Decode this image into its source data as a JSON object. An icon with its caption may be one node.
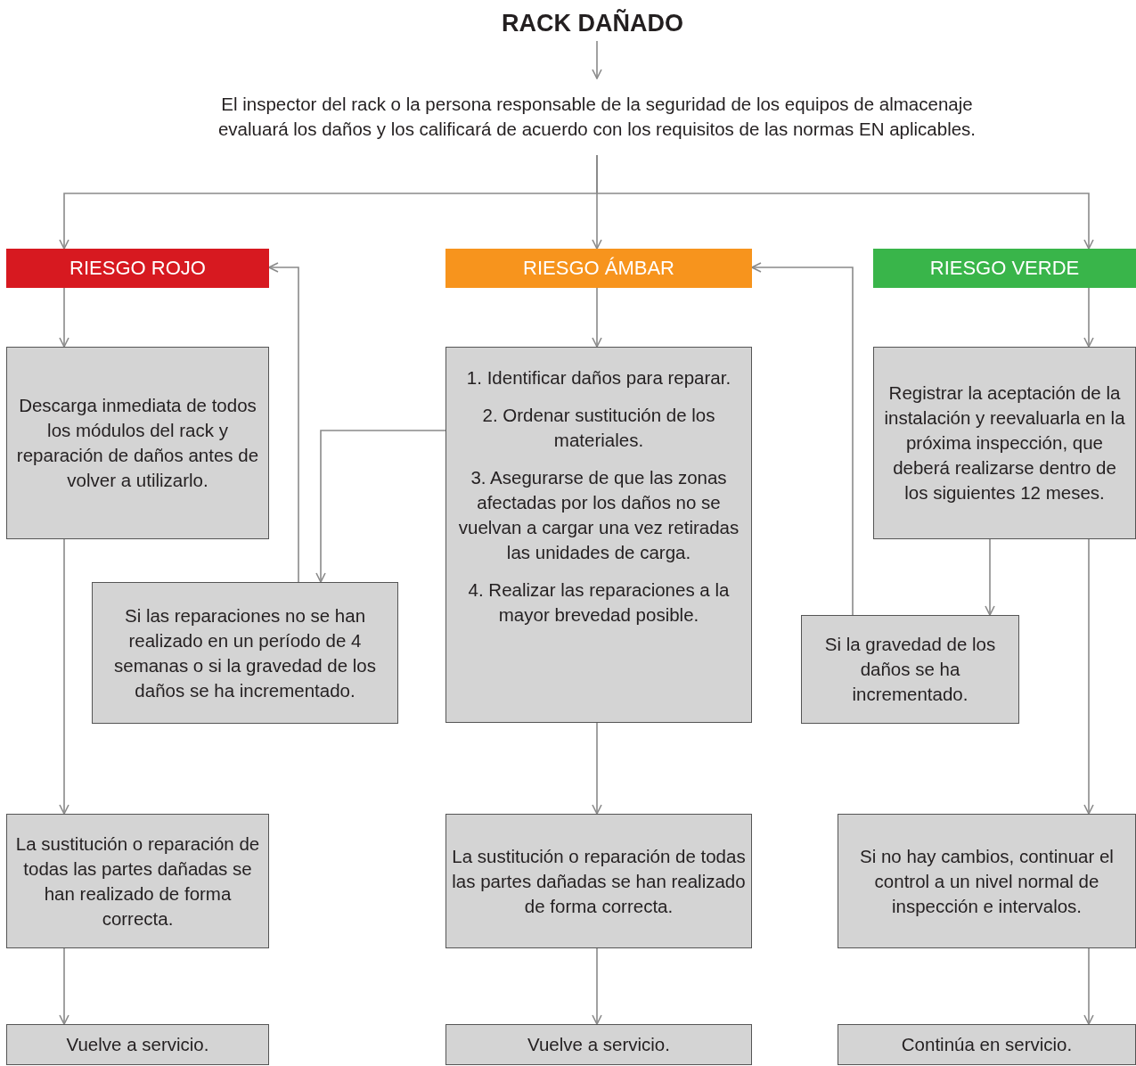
{
  "diagram": {
    "nodes": [
      {
        "text": [
          "RACK DAÑADO"
        ]
      },
      {
        "text": [
          "El inspector del rack o la persona responsable de la seguridad de los equipos de almacenaje evaluará los daños y los calificará de acuerdo con los requisitos de las normas EN aplicables."
        ]
      },
      {
        "text": [
          "RIESGO ROJO"
        ]
      },
      {
        "text": [
          "RIESGO ÁMBAR"
        ]
      },
      {
        "text": [
          "RIESGO VERDE"
        ]
      },
      {
        "text": [
          "Descarga inmediata de todos los módulos del rack y reparación de daños antes de volver a utilizarlo."
        ]
      },
      {
        "text": [
          "1. Identificar daños para reparar.",
          "2. Ordenar sustitución de los materiales.",
          "3. Asegurarse de que las zonas afectadas por los daños no se vuelvan a cargar una vez retiradas las unidades de carga.",
          "4. Realizar las reparaciones a la mayor brevedad posible."
        ]
      },
      {
        "text": [
          "Registrar la aceptación de la instalación y reevaluarla en la próxima inspección, que deberá realizarse dentro de los siguientes 12 meses."
        ]
      },
      {
        "text": [
          "Si las reparaciones no se han realizado en un período de 4 semanas o si la gravedad de los daños se ha incrementado."
        ]
      },
      {
        "text": [
          "Si la gravedad de los daños se ha incrementado."
        ]
      },
      {
        "text": [
          "La sustitución o reparación de todas las partes dañadas se han realizado de forma correcta."
        ]
      },
      {
        "text": [
          "La sustitución o reparación de todas las partes dañadas se han realizado de forma correcta."
        ]
      },
      {
        "text": [
          "Si no hay cambios, continuar el control a un nivel normal de inspección e intervalos."
        ]
      },
      {
        "text": [
          "Vuelve a servicio."
        ]
      },
      {
        "text": [
          "Vuelve a servicio."
        ]
      },
      {
        "text": [
          "Continúa en servicio."
        ]
      }
    ],
    "edges": [
      {
        "from": 0,
        "to": 1,
        "arrow": "to"
      },
      {
        "from": 1,
        "to": 2,
        "arrow": "to"
      },
      {
        "from": 1,
        "to": 3,
        "arrow": "to"
      },
      {
        "from": 1,
        "to": 4,
        "arrow": "to"
      },
      {
        "from": 2,
        "to": 5,
        "arrow": "to"
      },
      {
        "from": 3,
        "to": 6,
        "arrow": "to"
      },
      {
        "from": 4,
        "to": 7,
        "arrow": "to"
      },
      {
        "from": 5,
        "to": 10,
        "arrow": "to"
      },
      {
        "from": 8,
        "to": 2,
        "arrow": "to"
      },
      {
        "from": 6,
        "to": 8,
        "arrow": "to"
      },
      {
        "from": 6,
        "to": 11,
        "arrow": "to"
      },
      {
        "from": 7,
        "to": 9,
        "arrow": "to"
      },
      {
        "from": 9,
        "to": 3,
        "arrow": "to"
      },
      {
        "from": 7,
        "to": 12,
        "arrow": "to"
      },
      {
        "from": 10,
        "to": 13,
        "arrow": "to"
      },
      {
        "from": 11,
        "to": 14,
        "arrow": "to"
      },
      {
        "from": 12,
        "to": 15,
        "arrow": "to"
      }
    ]
  }
}
